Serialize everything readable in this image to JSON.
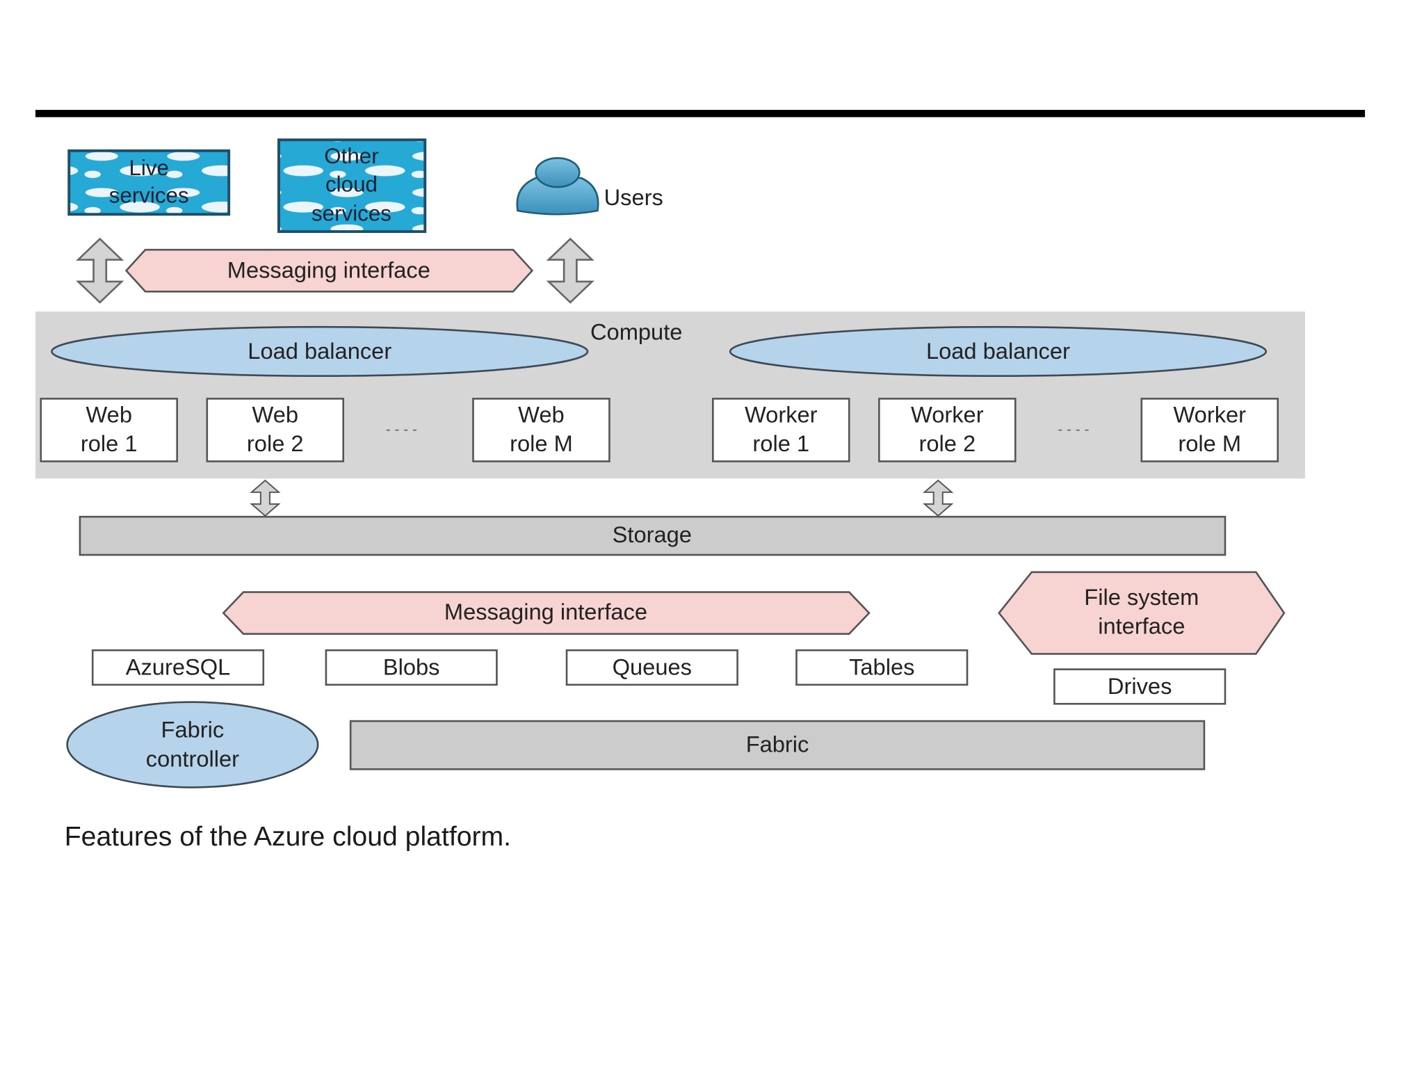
{
  "colors": {
    "top_rule": "#000000",
    "cloud_fill": "#27a9d6",
    "cloud_border": "#1d4f6b",
    "pink_fill": "#f7d3d1",
    "blue_ellipse": "#b5d3ea",
    "gray_panel": "#d6d6d6",
    "gray_bar": "#cccccc",
    "arrow_fill": "#d4d4d4",
    "user_blue": "#4aa3cc"
  },
  "top": {
    "live_services": [
      "Live",
      "services"
    ],
    "other_cloud_services": [
      "Other",
      "cloud",
      "services"
    ],
    "users_label": "Users",
    "messaging_interface": "Messaging interface"
  },
  "compute": {
    "label": "Compute",
    "load_balancer_left": "Load balancer",
    "load_balancer_right": "Load balancer",
    "web_roles": [
      [
        "Web",
        "role 1"
      ],
      [
        "Web",
        "role 2"
      ],
      [
        "Web",
        "role M"
      ]
    ],
    "worker_roles": [
      [
        "Worker",
        "role 1"
      ],
      [
        "Worker",
        "role 2"
      ],
      [
        "Worker",
        "role M"
      ]
    ],
    "ellipsis": "- - - -"
  },
  "storage": {
    "label": "Storage",
    "messaging_interface": "Messaging interface",
    "file_system_interface": [
      "File system",
      "interface"
    ],
    "services": [
      "AzureSQL",
      "Blobs",
      "Queues",
      "Tables"
    ],
    "drives": "Drives"
  },
  "fabric": {
    "controller": [
      "Fabric",
      "controller"
    ],
    "label": "Fabric"
  },
  "caption": "Features of the Azure cloud platform."
}
